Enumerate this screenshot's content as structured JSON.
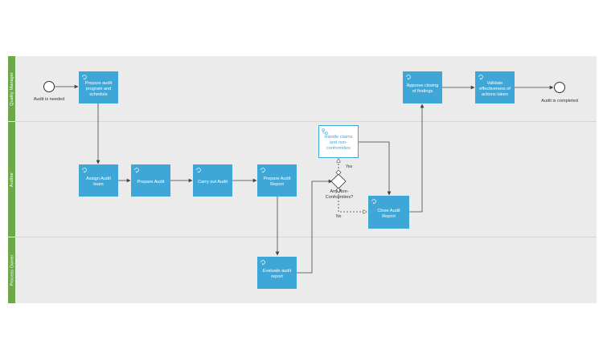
{
  "lanes": {
    "quality_manager": "Quality Manager",
    "auditor": "Auditor",
    "process_owner": "Process Owner"
  },
  "events": {
    "start": "Audit is needed",
    "end": "Audit is completed"
  },
  "tasks": {
    "prepare_program": "Prepare audit program and schedule",
    "approve_closing": "Approve closing of findings",
    "validate_effectiveness": "Validate effectiveness of actions taken",
    "assign_team": "Assign Audit team",
    "prepare_audit": "Prepare Audit",
    "carry_out": "Carry out Audit",
    "prepare_report": "Prepare Audit Report",
    "handle_claims": "Handle claims and non-conformities",
    "close_report": "Close Audit Report",
    "evaluate_report": "Evaluate audit report"
  },
  "gateway": {
    "question": "Any Non-Conformities?",
    "yes_label": "Yes",
    "no_label": "No"
  },
  "colors": {
    "task_fill": "#3fa7d8",
    "lane_tab": "#6da84b",
    "pool_background": "#ebebeb",
    "connector": "#444444"
  }
}
